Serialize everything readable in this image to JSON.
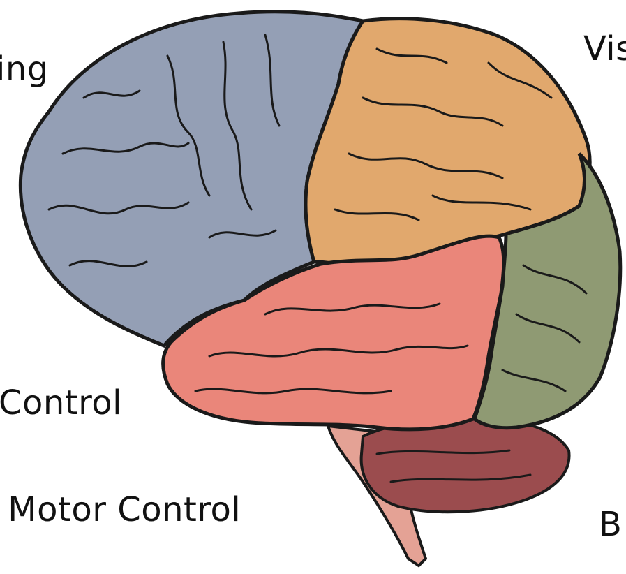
{
  "labels": {
    "planning": "ing",
    "vision": "Vis",
    "control": "r Control",
    "motor": "s Motor Control",
    "b": "B"
  },
  "colors": {
    "frontal": "#949fb5",
    "parietal": "#e1a86d",
    "occipital": "#8f9a73",
    "temporal": "#ea867a",
    "cerebellum": "#9b4c4e",
    "brainstem": "#e4a295",
    "outline": "#1a1a1a"
  },
  "regions": [
    {
      "name": "frontal-lobe",
      "color_key": "frontal"
    },
    {
      "name": "parietal-lobe",
      "color_key": "parietal"
    },
    {
      "name": "occipital-lobe",
      "color_key": "occipital"
    },
    {
      "name": "temporal-lobe",
      "color_key": "temporal"
    },
    {
      "name": "cerebellum",
      "color_key": "cerebellum"
    },
    {
      "name": "brainstem",
      "color_key": "brainstem"
    }
  ]
}
